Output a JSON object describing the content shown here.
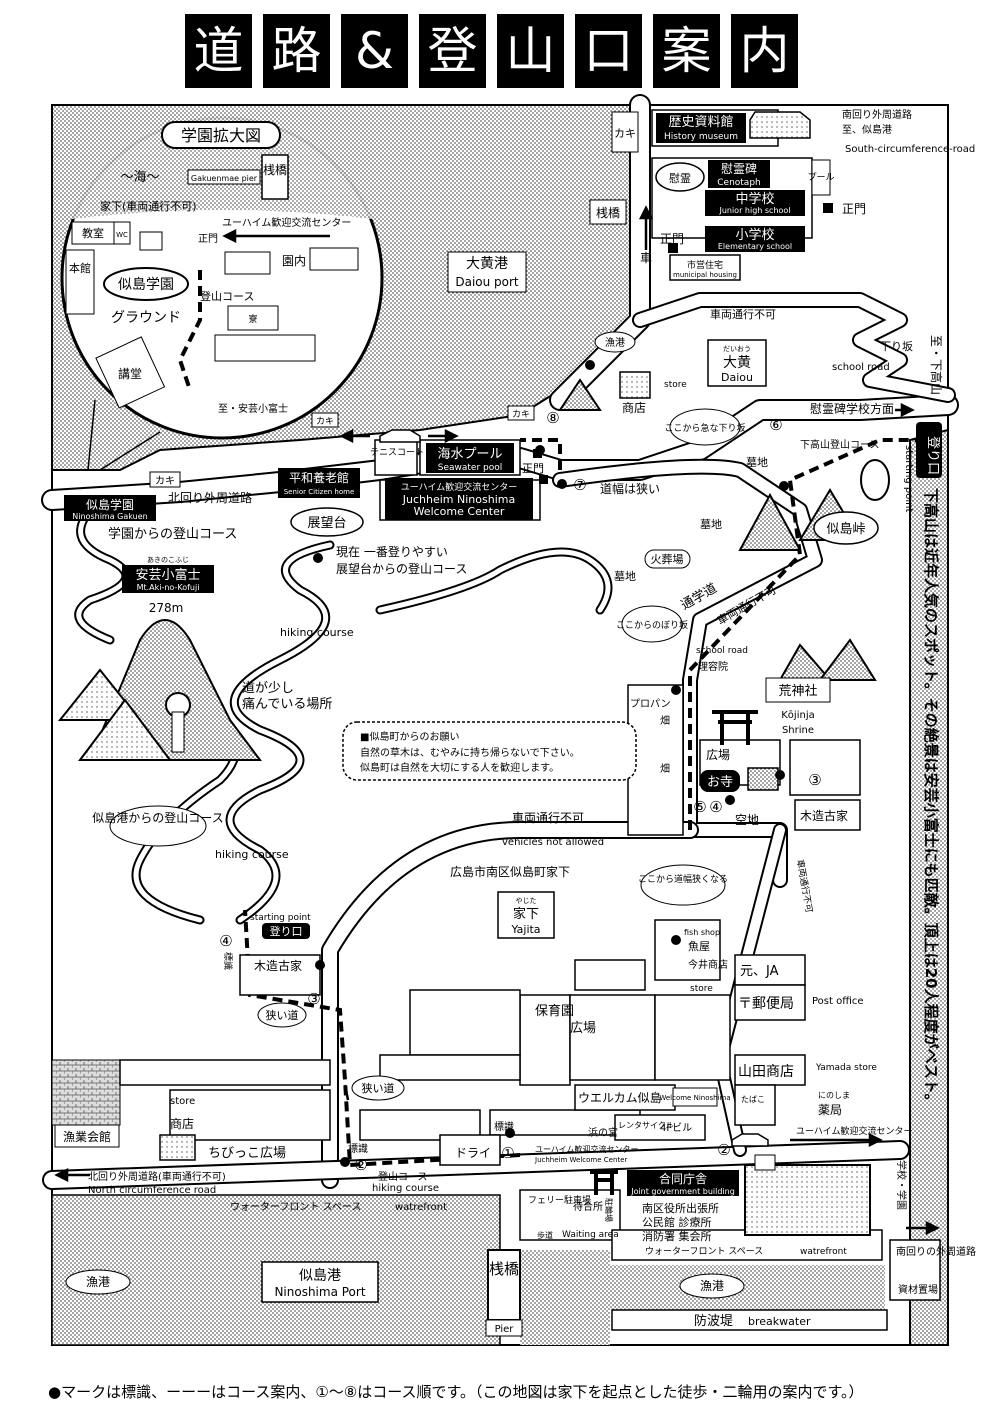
{
  "title_chars": [
    "道",
    "路",
    "&",
    "登",
    "山",
    "口",
    "案",
    "内"
  ],
  "inset": {
    "title": "学園拡大図",
    "sea": "〜海〜",
    "pier_en": "Gakuenmae pier",
    "pier": "桟橋",
    "no_vehicles": "家下(車両通行不可)",
    "welcome_center": "ユーハイム歓迎交流センター",
    "classroom": "教室",
    "wc": "WC",
    "main_gate": "正門",
    "school": "似島学園",
    "garden": "園内",
    "honkan": "本館",
    "climb_course": "登山コース",
    "dorm": "寮",
    "ground": "グラウンド",
    "hall": "講堂",
    "to_fuji": "至・安芸小富士"
  },
  "labels": {
    "kaki": "カキ",
    "history_museum": "歴史資料館",
    "history_museum_en": "History museum",
    "south_road": "南回り外周道路",
    "to_ninoshima_port": "至、似島港",
    "south_road_en": "South-circumference-road",
    "cenotaph": "慰霊碑",
    "cenotaph_en": "Cenotaph",
    "cenotaph_stone": "慰霊",
    "pool": "プール",
    "junior_high": "中学校",
    "junior_high_en": "Junior high school",
    "main_gate": "正門",
    "elementary": "小学校",
    "elementary_en": "Elementary school",
    "municipal": "市営住宅",
    "municipal_en": "municipal housing",
    "pier": "桟橋",
    "car": "車",
    "no_vehicles": "車両通行不可",
    "daiou_port": "大黄港",
    "daiou_port_en": "Daiou port",
    "fishing_port": "漁港",
    "store": "store",
    "shop": "商店",
    "daiou_ruby": "だいおう",
    "daiou": "大黄",
    "daiou_en": "Daiou",
    "to_shimotakayama": "至・下高山",
    "downhill": "下り坂",
    "school_road": "school road",
    "cenotaph_school": "慰霊碑学校方面",
    "steep_downhill": "ここから急な下り坂",
    "shimotakayama_course": "下高山登山コース",
    "starting_point_badge": "登り口",
    "starting_point_en": "starting point",
    "side_note": "下高山は近年人気のスポット。その絶景は安芸小富士にも匹敵。頂上は20人程度がベスト。",
    "cemetery": "墓地",
    "ninoshima_pass": "似島峠",
    "crematorium": "火葬場",
    "tennis": "テニスコート",
    "seawater_pool": "海水プール",
    "seawater_pool_en": "Seawater pool",
    "heiwa_home": "平和養老館",
    "heiwa_home_en": "Senior Citizen home",
    "welcome_center_jp": "ユーハイム歓迎交流センター",
    "welcome_center_en1": "Juchheim Ninoshima",
    "welcome_center_en2": "Welcome Center",
    "narrow_road": "道幅は狭い",
    "ninoshima_gakuen": "似島学園",
    "ninoshima_gakuen_en": "Ninoshima Gakuen",
    "north_road": "北回り外周道路",
    "school_course": "学園からの登山コース",
    "observatory": "展望台",
    "observatory_course1": "現在 一番登りやすい",
    "observatory_course2": "展望台からの登山コース",
    "fuji_ruby": "あきのこふじ",
    "fuji": "安芸小富士",
    "fuji_en": "Mt.Aki-no-Kofuji",
    "elevation": "278m",
    "hiking_course": "hiking course",
    "damaged1": "道が少し",
    "damaged2": "痛んでいる場所",
    "notice_title": "■似島町からのお願い",
    "notice1": "自然の草木は、むやみに持ち帰らないで下さい。",
    "notice2": "似島町は自然を大切にする人を歓迎します。",
    "tsugakudo": "通学道",
    "no_vehicles2": "車両通行不可",
    "uphill": "ここからのぼり坂",
    "barber": "理容院",
    "propane": "プロパン",
    "field": "畑",
    "kojinja": "荒神社",
    "kojinja_en": "Kōjinja",
    "shrine_en": "Shrine",
    "plaza": "広場",
    "temple": "お寺",
    "vacant": "空地",
    "wooden_house": "木造古家",
    "vehicles_not_allowed": "vehicles not allowed",
    "address": "広島市南区似島町家下",
    "narrow_from_here": "ここから道幅狭くなる",
    "yajita_ruby": "やじた",
    "yajita": "家下",
    "yajita_en": "Yajita",
    "ninoshima_course": "似島港からの登山コース",
    "starting_point": "starting point",
    "signpost": "標識",
    "narrow_path": "狭い道",
    "fish_shop_en": "fish shop",
    "fish_shop": "魚屋",
    "imai_shop": "今井商店",
    "ja": "元、JA",
    "post_office": "〒郵便局",
    "post_office_en": "Post office",
    "nursery": "保育園",
    "yamada_shop": "山田商店",
    "yamada_en": "Yamada store",
    "tobacco": "たばこ",
    "pharmacy_ruby": "にのしま",
    "pharmacy": "薬局",
    "welcome_ninoshima": "ウエルカム似島",
    "welcome_ninoshima_en": "Welcome Ninoshima",
    "fishery_coop": "漁業会館",
    "chibikko": "ちびっこ広場",
    "hama_no_miya": "浜の宮",
    "rental": "レンタサイクル",
    "fourf": "4Fビル",
    "dry": "ドライ",
    "welcome_center_jp2": "ユーハイム歓迎交流センター",
    "welcome_center_en3": "Juchheim Welcome Center",
    "to_welcome": "ユーハイム歓迎交流センター",
    "school_gakuen": "学校・学園",
    "north_road_long": "北回り外周道路(車両通行不可)",
    "north_road_en": "North circumference road",
    "waterfront": "ウォーターフロント スペース",
    "waterfront_en": "watrefront",
    "climb_course": "登山コース",
    "joint_building": "合同庁舎",
    "joint_building_en": "Joint government building",
    "ferry_parking": "フェリー駐車場",
    "waiting_room": "待合所",
    "bicycle_parking": "駐輪場",
    "walkway": "歩道",
    "waiting_area": "Waiting area",
    "office1": "南区役所出張所",
    "office2": "公民館 診療所",
    "office3": "消防署 集会所",
    "ninoshima_port": "似島港",
    "ninoshima_port_en": "Ninoshima Port",
    "fishing_port2": "漁港",
    "south_road_end": "南回りの外周道路",
    "materials": "資材置場",
    "breakwater": "防波堤",
    "breakwater_en": "breakwater",
    "pier2": "桟橋",
    "pier_en": "Pier",
    "n1": "①",
    "n2": "②",
    "n3": "③",
    "n4": "④",
    "n5": "⑤",
    "n6": "⑥",
    "n7": "⑦",
    "n8": "⑧"
  },
  "footer": "●マークは標識、ーーーはコース案内、①〜⑧はコース順です。（この地図は家下を起点とした徒歩・二輪用の案内です。）"
}
